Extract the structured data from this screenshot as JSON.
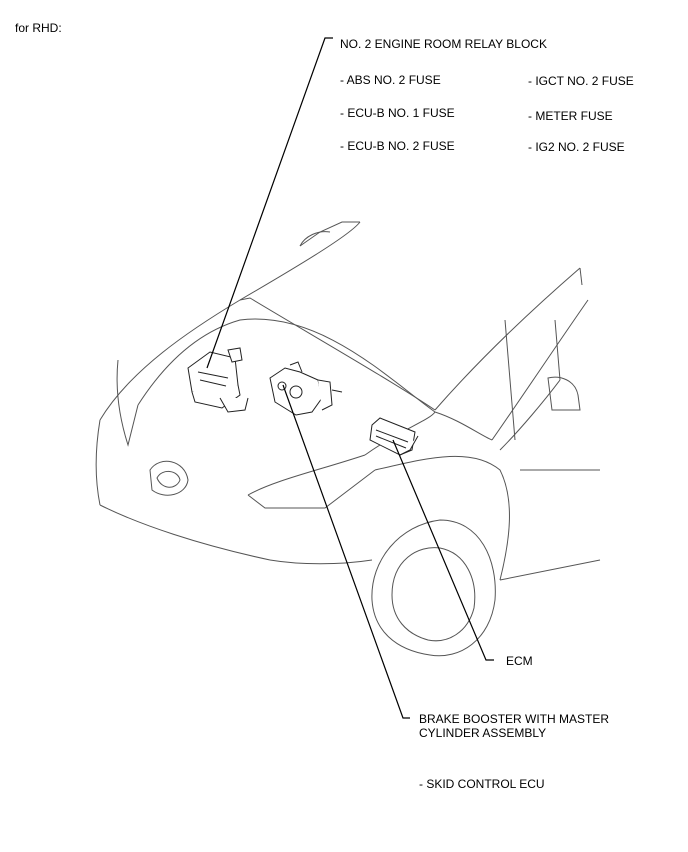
{
  "caption": "for RHD:",
  "relay_block": {
    "title": "NO. 2 ENGINE ROOM RELAY BLOCK",
    "fuses_left": [
      "- ABS NO. 2 FUSE",
      "- ECU-B NO. 1 FUSE",
      "- ECU-B NO. 2 FUSE"
    ],
    "fuses_right": [
      "- IGCT NO. 2 FUSE",
      "- METER FUSE",
      "- IG2 NO. 2 FUSE"
    ]
  },
  "ecm": {
    "label": "ECM"
  },
  "brake": {
    "line1": "BRAKE BOOSTER WITH MASTER",
    "line2": "CYLINDER ASSEMBLY",
    "sub": "- SKID CONTROL ECU"
  }
}
